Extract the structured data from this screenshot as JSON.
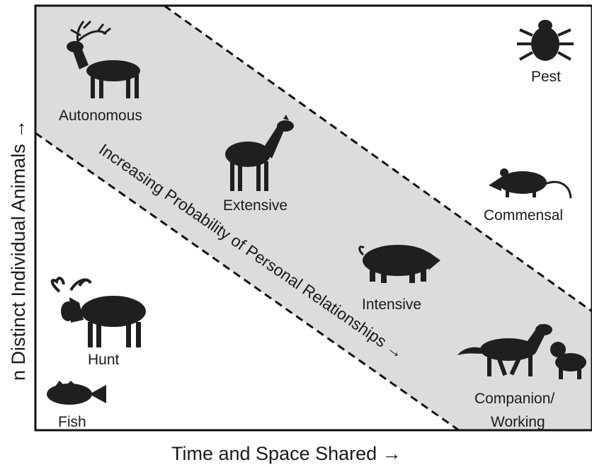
{
  "diagram": {
    "x_axis_label": "Time and Space Shared →",
    "y_axis_label": "n Distinct Individual Animals →",
    "band_label": "Increasing Probability of Personal Relationships →",
    "categories": [
      {
        "label": "Autonomous",
        "icon": "reindeer-icon"
      },
      {
        "label": "Extensive",
        "icon": "llama-icon"
      },
      {
        "label": "Intensive",
        "icon": "pig-icon"
      },
      {
        "label": "Companion/",
        "label_line2": "Working",
        "icon": "horse-and-dog-icon"
      },
      {
        "label": "Pest",
        "icon": "louse-icon"
      },
      {
        "label": "Commensal",
        "icon": "rat-icon"
      },
      {
        "label": "Hunt",
        "icon": "moose-icon"
      },
      {
        "label": "Fish",
        "icon": "fish-icon"
      }
    ],
    "colors": {
      "band": "#dcdcdc",
      "silhouette": "#1f1f1f",
      "frame": "#111111"
    }
  }
}
